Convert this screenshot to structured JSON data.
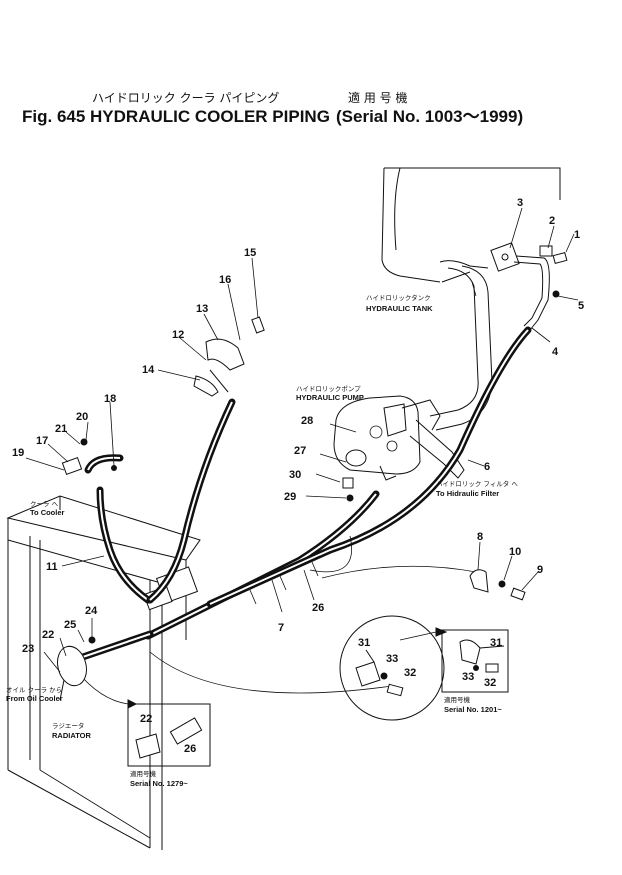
{
  "title": {
    "japanese": "ハイドロリック クーラ パイピング",
    "english": "Fig. 645 HYDRAULIC COOLER PIPING",
    "serial_japanese": "適 用 号 機",
    "serial": "(Serial No. 1003～1999)"
  },
  "callouts": {
    "1": "1",
    "2": "2",
    "3": "3",
    "4": "4",
    "5": "5",
    "6": "6",
    "7": "7",
    "8": "8",
    "9": "9",
    "10": "10",
    "11": "11",
    "12": "12",
    "13": "13",
    "14": "14",
    "15": "15",
    "16": "16",
    "17": "17",
    "18": "18",
    "19": "19",
    "20": "20",
    "21": "21",
    "22": "22",
    "23": "23",
    "24": "24",
    "25": "25",
    "26": "26",
    "27": "27",
    "28": "28",
    "29": "29",
    "30": "30",
    "31": "31",
    "32": "32",
    "33": "33"
  },
  "labels": {
    "hydraulic_tank_jp": "ハイドロリックタンク",
    "hydraulic_tank": "HYDRAULIC TANK",
    "hydraulic_pump_jp": "ハイドロリックポンプ",
    "hydraulic_pump": "HYDRAULIC PUMP",
    "to_filter_jp": "ハイドロリック フィルタ へ",
    "to_filter": "To Hidraulic Filter",
    "to_cooler_jp": "クーラ へ",
    "to_cooler": "To Cooler",
    "from_oil_cooler_jp": "オイル クーラ から",
    "from_oil_cooler": "From Oil Cooler",
    "radiator_jp": "ラジエータ",
    "radiator": "RADIATOR",
    "serial_1279_jp": "適用号機",
    "serial_1279": "Serial No. 1279~",
    "serial_1201_jp": "適用号機",
    "serial_1201": "Serial No. 1201~"
  }
}
